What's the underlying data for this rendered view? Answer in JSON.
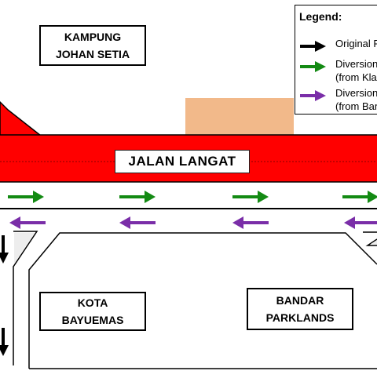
{
  "places": {
    "kampung_line1": "KAMPUNG",
    "kampung_line2": "JOHAN SETIA",
    "kota_line1": "KOTA",
    "kota_line2": "BAYUEMAS",
    "bandar_line1": "BANDAR",
    "bandar_line2": "PARKLANDS"
  },
  "road": {
    "main_label": "JALAN LANGAT"
  },
  "legend": {
    "title": "Legend:",
    "original_label": "Original R",
    "diversion_klang_line1": "Diversion",
    "diversion_klang_line2": "(from Klan",
    "diversion_bandar_line1": "Diversion",
    "diversion_bandar_line2": "(from Ban"
  },
  "colors": {
    "road_red": "#ff0000",
    "diversion_green": "#138a13",
    "diversion_purple": "#7a2ea8",
    "original_black": "#000000",
    "block_peach": "#f2b98a"
  }
}
